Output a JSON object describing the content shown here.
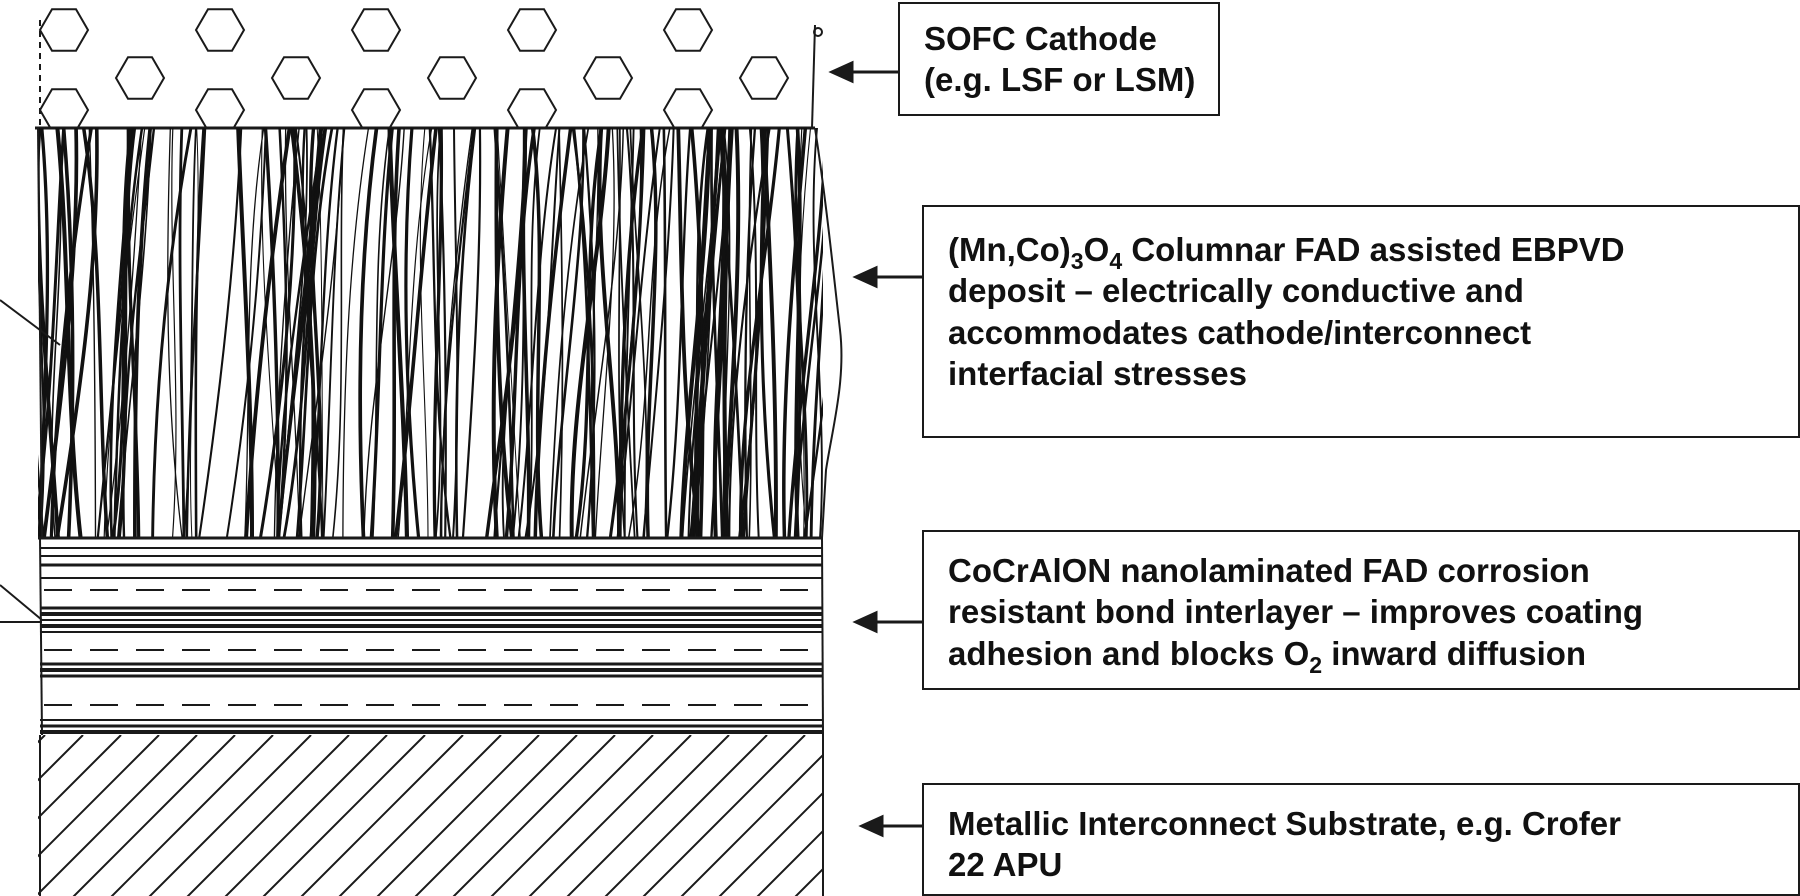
{
  "labels": {
    "cathode": {
      "line1": "SOFC Cathode",
      "line2": "(e.g. LSF or LSM)"
    },
    "columnar": {
      "prefix": "(Mn,Co)",
      "sub1": "3",
      "mid": "O",
      "sub2": "4",
      "suffix": " Columnar FAD assisted EBPVD",
      "line2": "deposit – electrically conductive and",
      "line3": "accommodates cathode/interconnect",
      "line4": "interfacial stresses"
    },
    "interlayer": {
      "line1": "CoCrAlON nanolaminated FAD corrosion",
      "line2": "resistant bond interlayer – improves coating",
      "line3_prefix": "adhesion and blocks O",
      "line3_sub": "2",
      "line3_suffix": " inward diffusion"
    },
    "substrate": {
      "line1": "Metallic Interconnect Substrate, e.g.  Crofer",
      "line2": "22 APU"
    }
  },
  "colors": {
    "ink": "#1a1a1a",
    "background": "#ffffff"
  }
}
